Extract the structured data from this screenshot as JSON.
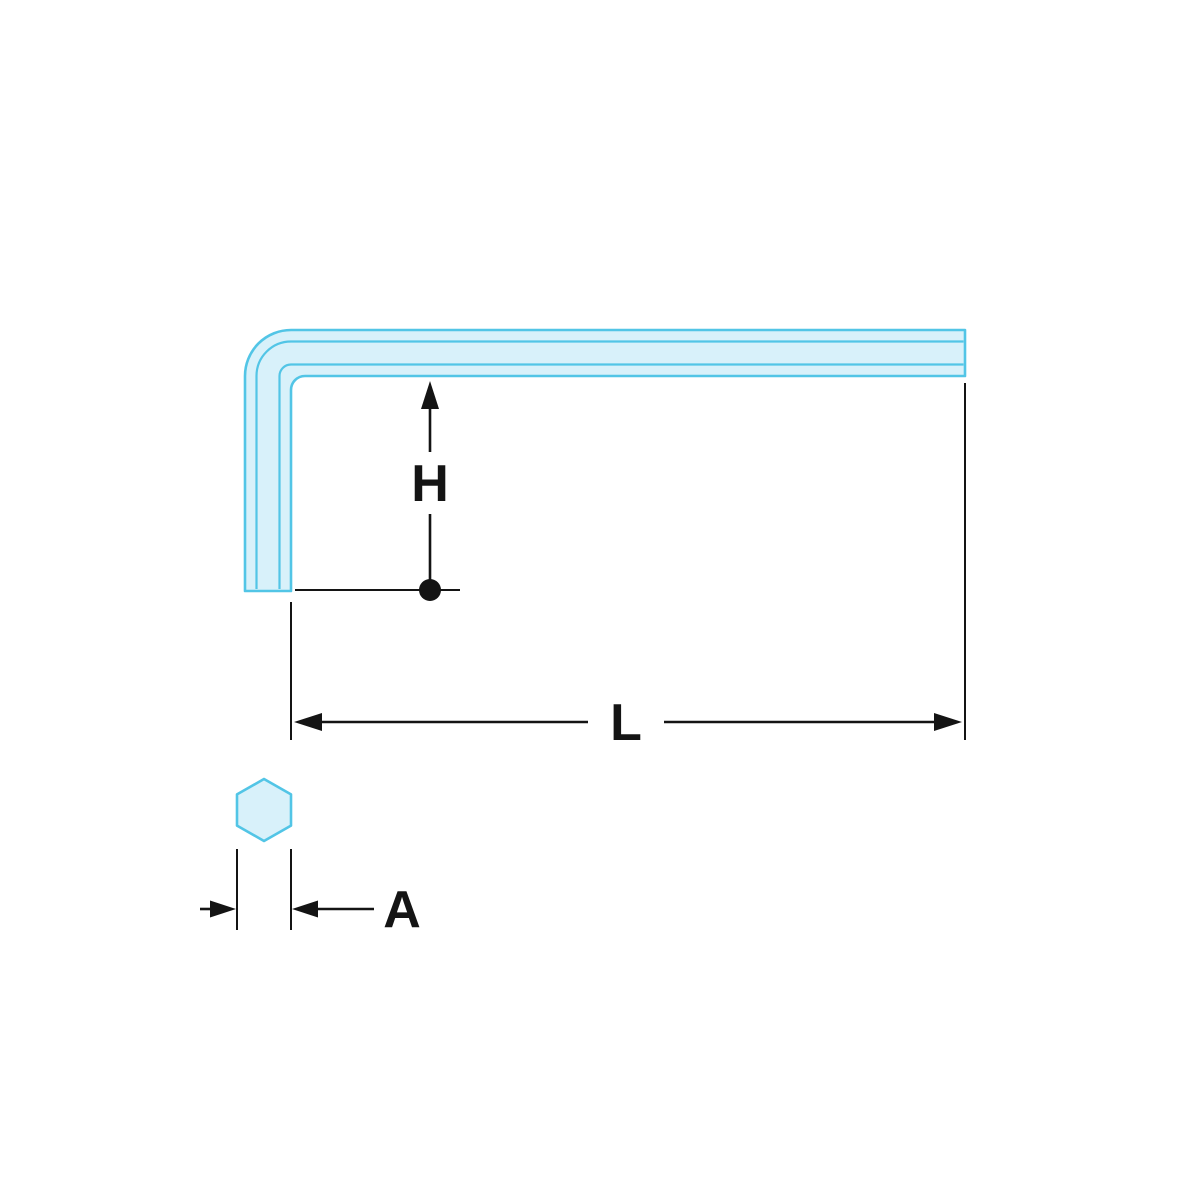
{
  "diagram": {
    "labels": {
      "height": "H",
      "length": "L",
      "across_flats": "A"
    },
    "colors": {
      "tool_fill": "#d8f1fa",
      "tool_stroke": "#52c5e6",
      "dimension": "#141414",
      "background": "#ffffff"
    }
  }
}
